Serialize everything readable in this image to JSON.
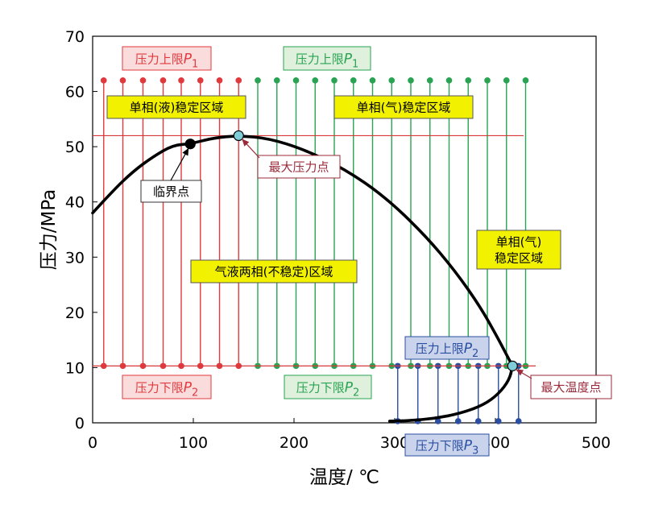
{
  "chart_data": {
    "type": "line",
    "xlabel": "温度/ ℃",
    "ylabel": "压力/MPa",
    "xlim": [
      0,
      500
    ],
    "ylim": [
      0,
      70
    ],
    "x_ticks": [
      "0",
      "100",
      "200",
      "300",
      "400",
      "500"
    ],
    "y_ticks": [
      "0",
      "10",
      "20",
      "30",
      "40",
      "50",
      "60",
      "70"
    ],
    "grid": false,
    "curve": {
      "color": "#000000",
      "points": [
        [
          0,
          38
        ],
        [
          20,
          42
        ],
        [
          40,
          45.5
        ],
        [
          60,
          48.2
        ],
        [
          80,
          50.3
        ],
        [
          97,
          50.5
        ],
        [
          120,
          51.6
        ],
        [
          145,
          52
        ],
        [
          175,
          51.5
        ],
        [
          210,
          49.5
        ],
        [
          250,
          46
        ],
        [
          290,
          41
        ],
        [
          330,
          34
        ],
        [
          360,
          27.5
        ],
        [
          385,
          21
        ],
        [
          402,
          15.5
        ],
        [
          412,
          12
        ],
        [
          417,
          10.3
        ],
        [
          414,
          7.8
        ],
        [
          403,
          5.2
        ],
        [
          388,
          3.2
        ],
        [
          365,
          1.7
        ],
        [
          340,
          0.8
        ],
        [
          315,
          0.4
        ],
        [
          295,
          0.3
        ]
      ]
    },
    "horizontal_lines": [
      {
        "y": 52,
        "x_range": [
          0,
          428
        ],
        "color": "#d9383a"
      },
      {
        "y": 10.3,
        "x_range": [
          0,
          440
        ],
        "color": "#d9383a"
      }
    ],
    "red_lines": {
      "color": "#e03a3e",
      "x": [
        11,
        30,
        50,
        70,
        88,
        107,
        126,
        145
      ],
      "y_top": 62,
      "y_bottom": 10.3
    },
    "green_lines": {
      "color": "#2aa352",
      "x": [
        164,
        183,
        202,
        221,
        240,
        259,
        278,
        297,
        316,
        335,
        354,
        373,
        392,
        411,
        430
      ],
      "y_top": 62,
      "y_bottom": 10.3
    },
    "blue_lines": {
      "color": "#2b4ea0",
      "x": [
        303,
        323,
        343,
        363,
        383,
        403,
        423
      ],
      "y_top": 10.3,
      "y_bottom": 0.3
    },
    "special_points": [
      {
        "x": 97,
        "y": 50.5,
        "color": "#000000"
      },
      {
        "x": 145,
        "y": 52,
        "color": "#7fcdd8"
      },
      {
        "x": 417,
        "y": 10.3,
        "color": "#7fcdd8"
      }
    ],
    "annotations": {
      "label_upper_p1_red": {
        "prefix": "压力上限",
        "var": "P",
        "sub": "1"
      },
      "label_upper_p1_green": {
        "prefix": "压力上限",
        "var": "P",
        "sub": "1"
      },
      "label_lower_p2_red": {
        "prefix": "压力下限",
        "var": "P",
        "sub": "2"
      },
      "label_lower_p2_green": {
        "prefix": "压力下限",
        "var": "P",
        "sub": "2"
      },
      "label_upper_p2_blue": {
        "prefix": "压力上限",
        "var": "P",
        "sub": "2"
      },
      "label_lower_p3_blue": {
        "prefix": "压力下限",
        "var": "P",
        "sub": "3"
      },
      "region_liquid": "单相(液)稳定区域",
      "region_gas_top": "单相(气)稳定区域",
      "region_gas_right_line1": "单相(气)",
      "region_gas_right_line2": "稳定区域",
      "region_two_phase": "气液两相(不稳定)区域",
      "critical_point": "临界点",
      "max_pressure_point": "最大压力点",
      "max_temperature_point": "最大温度点"
    },
    "colors": {
      "red": "#e03a3e",
      "green": "#2aa352",
      "blue": "#2b4ea0",
      "yellow_box": "#f2f200",
      "pink_box": "#fbdcdc",
      "green_box": "#dff0dd",
      "blue_box": "#c9d4ec",
      "callout_border": "#9b2a3a"
    }
  }
}
